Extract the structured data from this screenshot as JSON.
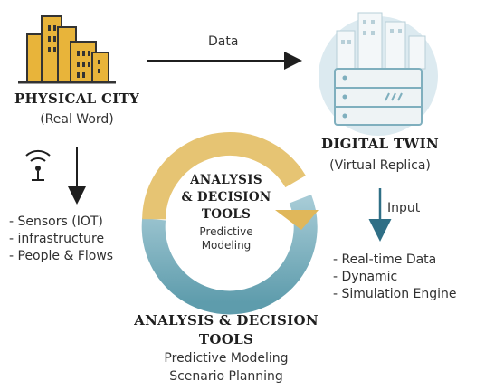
{
  "physical_city": {
    "title": "PHYSICAL CITY",
    "subtitle": "(Real Word)",
    "icon": "city-buildings-icon",
    "signal_icon": "wireless-signal-icon",
    "items": [
      "- Sensors (IOT)",
      "- infrastructure",
      "- People & Flows"
    ]
  },
  "data_arrow": {
    "label": "Data"
  },
  "digital_twin": {
    "title": "DIGITAL TWIN",
    "subtitle": "(Virtual Replica)",
    "icon": "server-cloud-icon",
    "input_label": "Input",
    "items": [
      "- Real-time Data",
      "- Dynamic",
      "- Simulation Engine"
    ]
  },
  "cycle": {
    "title_line1": "ANALYSIS",
    "title_line2": "& DECISION",
    "title_line3": "TOOLS",
    "sub_line1": "Predictive",
    "sub_line2": "Modeling",
    "icon": "cycle-arrow-icon"
  },
  "bottom": {
    "title_line1": "ANALYSIS & DECISION",
    "title_line2": "TOOLS",
    "items": [
      "Predictive Modeling",
      "Scenario Planning"
    ]
  },
  "colors": {
    "gold": "#E8B43A",
    "gold_light": "#E6C473",
    "teal": "#5E9CAC",
    "teal_light": "#8FC0CB",
    "circle_bg": "#DCEAF0",
    "dark": "#1f1f1f"
  }
}
